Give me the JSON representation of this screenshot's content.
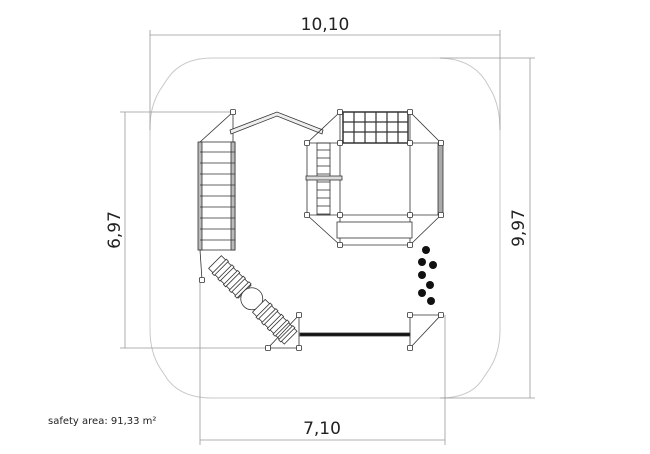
{
  "dimensions": {
    "overall_width": "10,10",
    "overall_depth": "9,97",
    "equipment_depth": "6,97",
    "equipment_width": "7,10"
  },
  "safety_area_label": "safety area: 91,33 m²"
}
